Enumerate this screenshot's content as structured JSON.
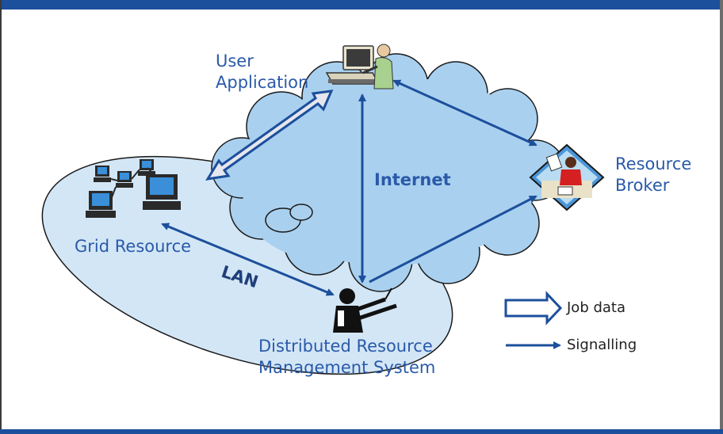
{
  "diagram": {
    "nodes": {
      "user_application": {
        "line1": "User",
        "line2": "Application"
      },
      "resource_broker": {
        "line1": "Resource",
        "line2": "Broker"
      },
      "grid_resource": {
        "label": "Grid Resource"
      },
      "drms": {
        "line1": "Distributed Resource",
        "line2": "Management System"
      }
    },
    "network_labels": {
      "internet": "Internet",
      "lan": "LAN"
    },
    "legend": [
      {
        "style": "hollow-arrow",
        "label": "Job data"
      },
      {
        "style": "line-arrow",
        "label": "Signalling"
      }
    ],
    "colors": {
      "frame": "#1c4f9c",
      "cloud_fill": "#a9d0ef",
      "lan_fill": "#d3e6f6",
      "outline": "#1a1a1a",
      "arrow": "#1c4f9c",
      "label": "#2a5aa8"
    }
  }
}
